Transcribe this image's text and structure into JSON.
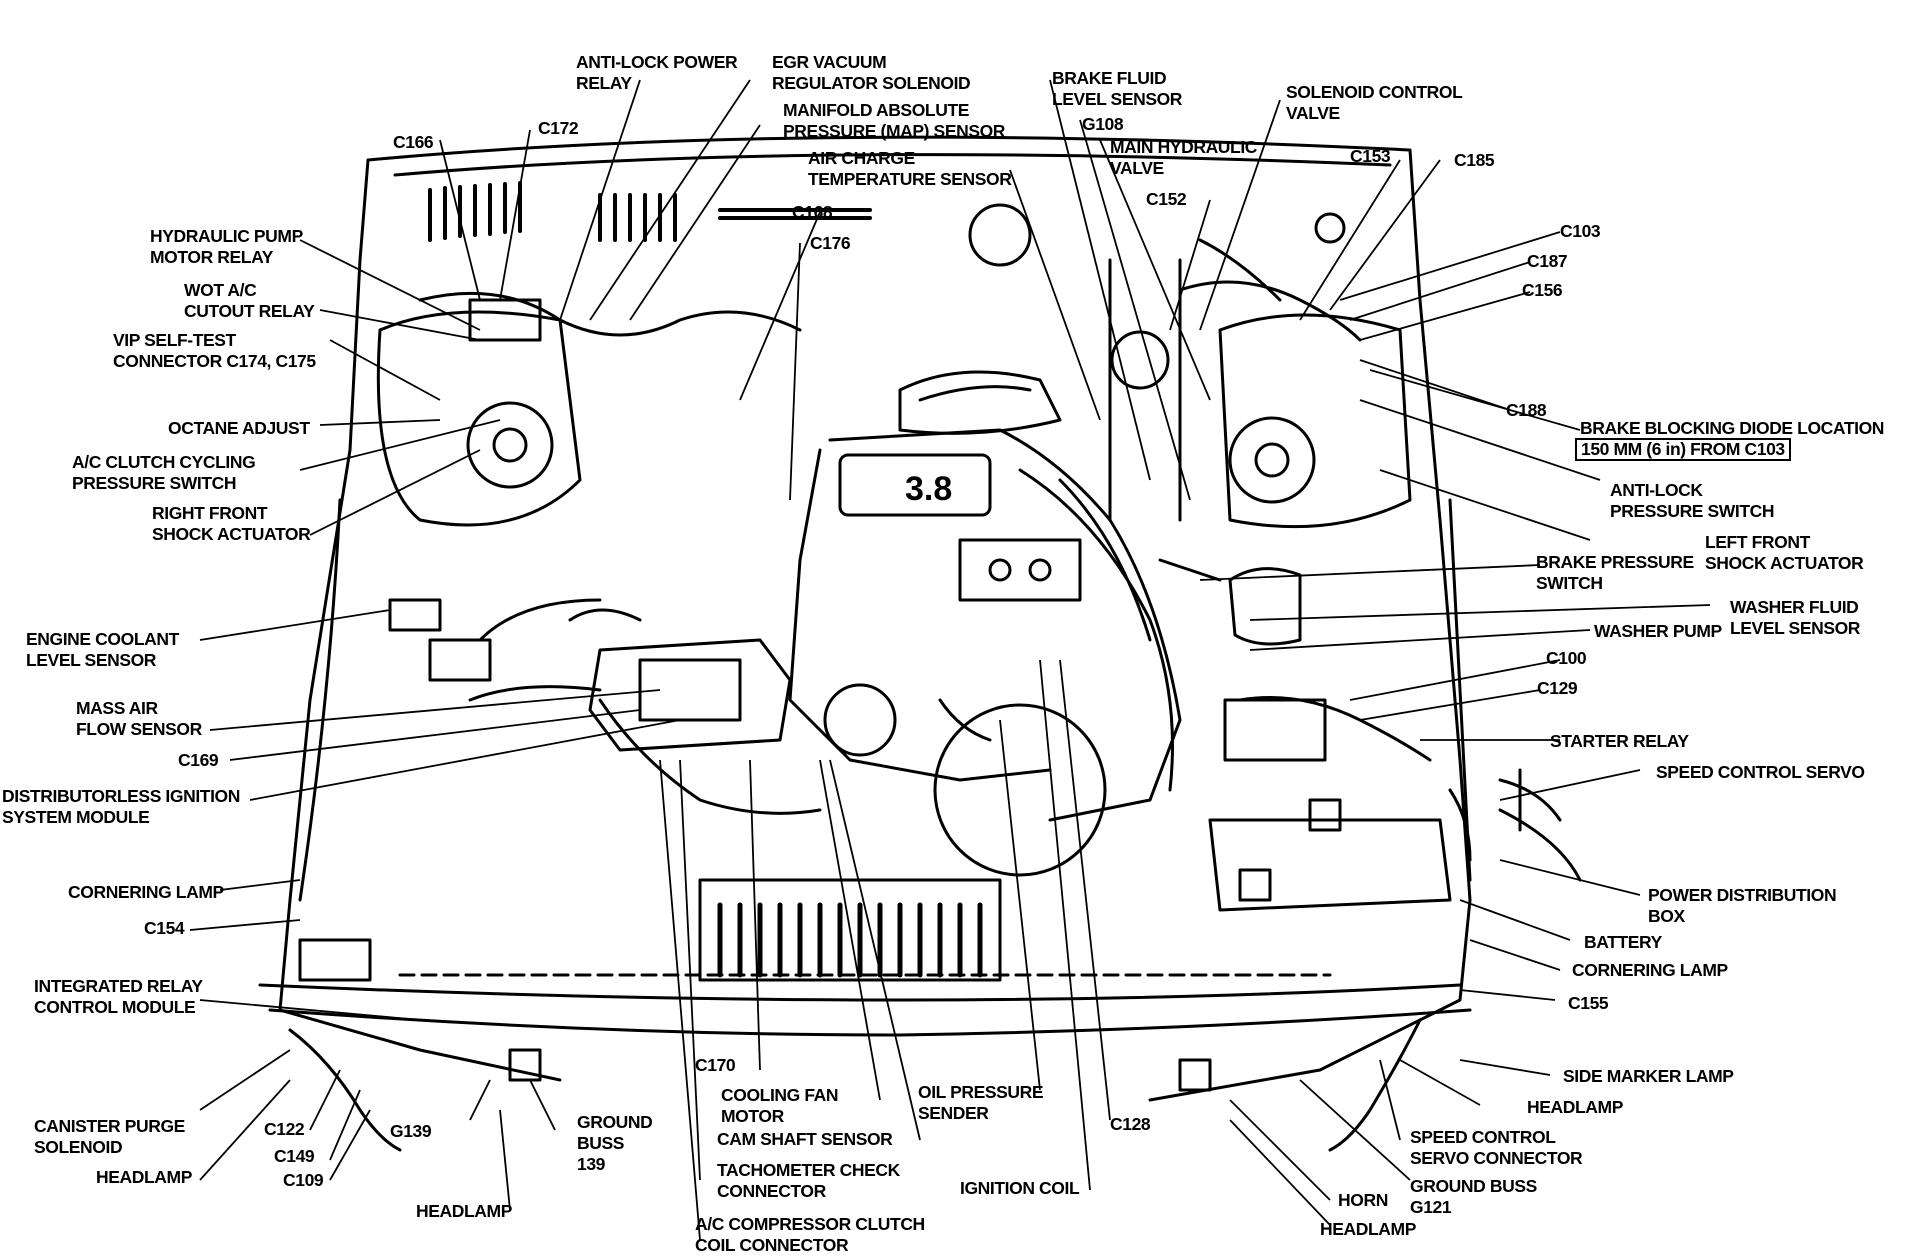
{
  "labels": {
    "antilock_power_relay": "ANTI-LOCK POWER\nRELAY",
    "egr_vacuum": "EGR VACUUM\nREGULATOR SOLENOID",
    "map_sensor": "MANIFOLD ABSOLUTE\nPRESSURE (MAP) SENSOR",
    "air_charge": "AIR CHARGE\nTEMPERATURE SENSOR",
    "brake_fluid_level": "BRAKE FLUID\nLEVEL SENSOR",
    "g108": "G108",
    "main_hydraulic_valve": "MAIN HYDRAULIC\nVALVE",
    "solenoid_control_valve": "SOLENOID CONTROL\nVALVE",
    "c166": "C166",
    "c172": "C172",
    "c168": "C168",
    "c176": "C176",
    "c152": "C152",
    "c153": "C153",
    "c185": "C185",
    "c103": "C103",
    "c187": "C187",
    "c156": "C156",
    "c188": "C188",
    "hydraulic_pump_relay": "HYDRAULIC PUMP\nMOTOR RELAY",
    "wot_ac": "WOT A/C\nCUTOUT RELAY",
    "vip_self_test": "VIP SELF-TEST\nCONNECTOR C174, C175",
    "octane_adjust": "OCTANE ADJUST",
    "ac_clutch_cycling": "A/C CLUTCH CYCLING\nPRESSURE SWITCH",
    "right_front_shock": "RIGHT FRONT\nSHOCK ACTUATOR",
    "engine_coolant": "ENGINE COOLANT\nLEVEL SENSOR",
    "mass_air_flow": "MASS AIR\nFLOW SENSOR",
    "c169": "C169",
    "dis_module": "DISTRIBUTORLESS IGNITION\nSYSTEM MODULE",
    "cornering_lamp_left": "CORNERING LAMP",
    "c154": "C154",
    "integrated_relay": "INTEGRATED RELAY\nCONTROL MODULE",
    "canister_purge": "CANISTER PURGE\nSOLENOID",
    "c122": "C122",
    "c149": "C149",
    "c109": "C109",
    "headlamp_left": "HEADLAMP",
    "g139": "G139",
    "ground_buss_139": "GROUND\nBUSS\n139",
    "headlamp_bottom": "HEADLAMP",
    "ac_compressor_clutch": "A/C COMPRESSOR CLUTCH\nCOIL CONNECTOR",
    "tachometer_check": "TACHOMETER CHECK\nCONNECTOR",
    "cam_shaft": "CAM SHAFT SENSOR",
    "cooling_fan": "COOLING FAN\nMOTOR",
    "c170": "C170",
    "oil_pressure": "OIL PRESSURE\nSENDER",
    "ignition_coil": "IGNITION COIL",
    "c128": "C128",
    "brake_blocking": "BRAKE BLOCKING DIODE LOCATION",
    "brake_blocking_box": "150 MM (6 in) FROM C103",
    "antilock_pressure_switch": "ANTI-LOCK\nPRESSURE SWITCH",
    "left_front_shock": "LEFT FRONT\nSHOCK ACTUATOR",
    "brake_pressure_switch": "BRAKE PRESSURE\nSWITCH",
    "washer_fluid_level": "WASHER FLUID\nLEVEL SENSOR",
    "washer_pump": "WASHER PUMP",
    "c100": "C100",
    "c129": "C129",
    "starter_relay": "STARTER RELAY",
    "speed_control_servo": "SPEED CONTROL SERVO",
    "power_distribution_box": "POWER DISTRIBUTION\nBOX",
    "battery": "BATTERY",
    "cornering_lamp_right": "CORNERING LAMP",
    "c155": "C155",
    "side_marker_lamp": "SIDE MARKER LAMP",
    "headlamp_right": "HEADLAMP",
    "speed_control_servo_connector": "SPEED CONTROL\nSERVO CONNECTOR",
    "ground_buss_g121": "GROUND BUSS\nG121",
    "horn": "HORN",
    "headlamp_bottom_right": "HEADLAMP",
    "engine_badge": "3.8"
  }
}
